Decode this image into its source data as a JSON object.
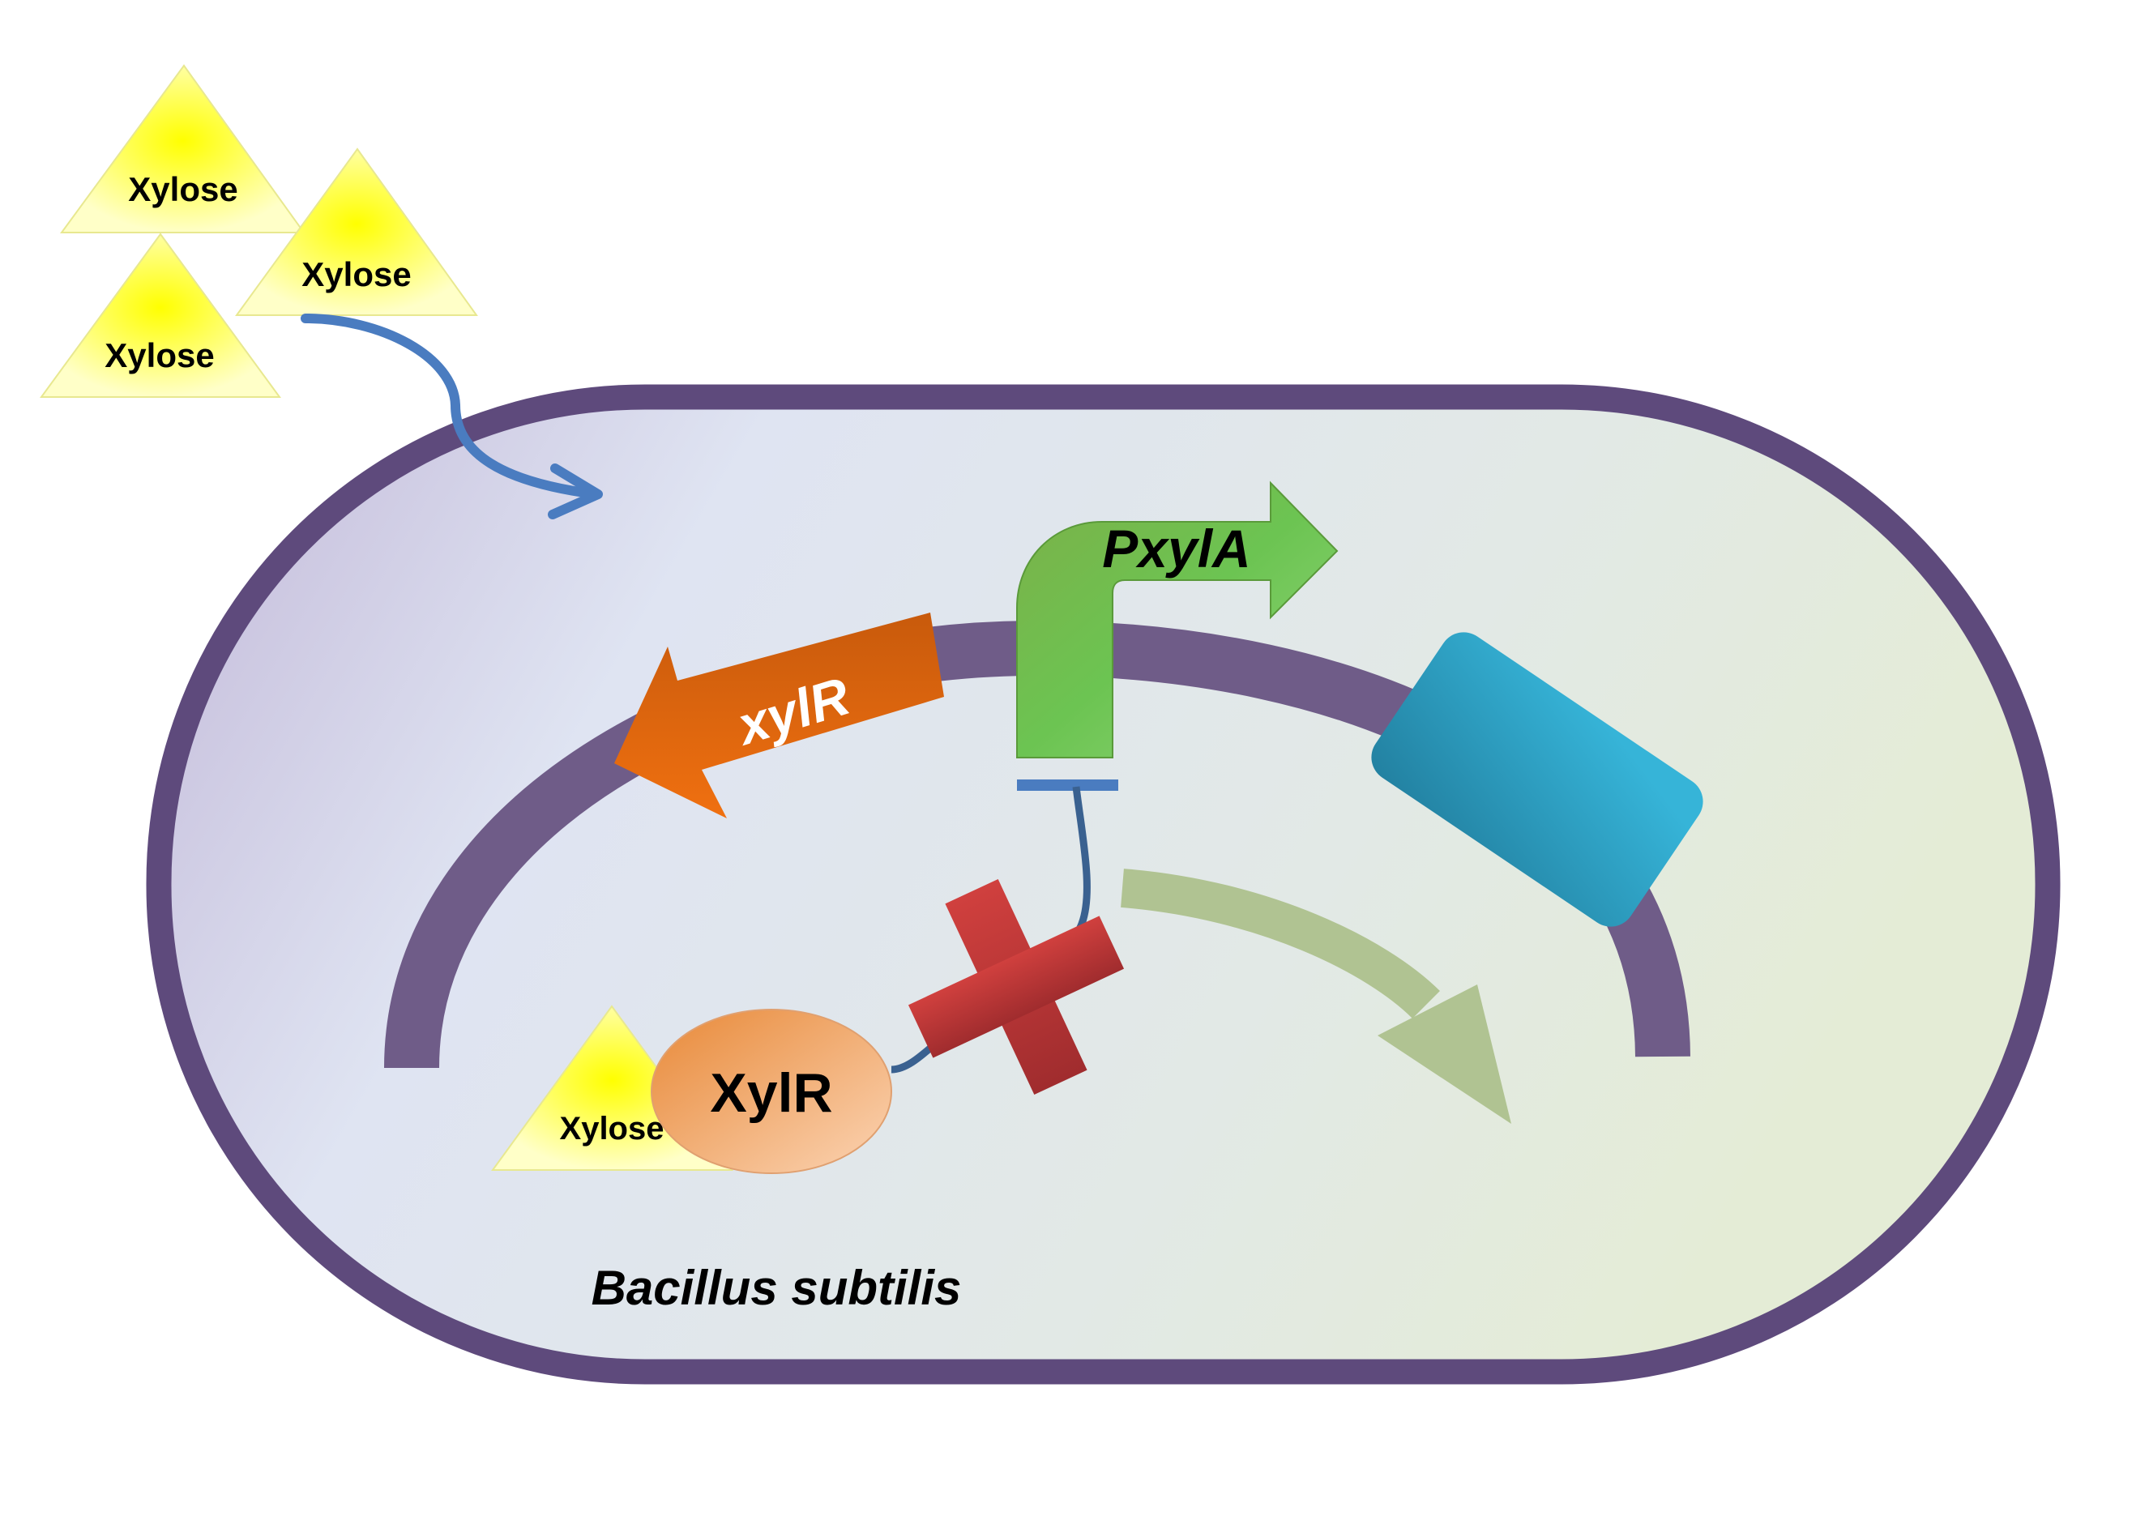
{
  "diagram": {
    "title": "Xylose-inducible expression system in Bacillus subtilis",
    "organism_label": "Bacillus subtilis",
    "extracellular_molecules": [
      {
        "label": "Xylose"
      },
      {
        "label": "Xylose"
      },
      {
        "label": "Xylose"
      }
    ],
    "promoter_label": "PxylA",
    "gene_label": "xylR",
    "repressor_label": "XylR",
    "bound_inducer_label": "Xylose",
    "colors": {
      "cell_membrane": "#5e4a7c",
      "plasmid_backbone": "#6f5c88",
      "xylose": "#ffff33",
      "promoter": "#6cc04a",
      "xylR_gene": "#e0650e",
      "repressor_protein": "#eea06a",
      "inhibition_line": "#3a6190",
      "uptake_arrow": "#4a7cc0",
      "blocked_cross": "#c0393b",
      "target_gene": "#2fa8cc",
      "expression_arrow": "#b0c392"
    },
    "relations": [
      {
        "from": "Xylose (outside)",
        "to": "cell interior",
        "type": "uptake"
      },
      {
        "from": "XylR",
        "to": "PxylA",
        "type": "repression",
        "state": "blocked by xylose binding"
      },
      {
        "from": "PxylA",
        "to": "target gene",
        "type": "expression"
      }
    ]
  }
}
